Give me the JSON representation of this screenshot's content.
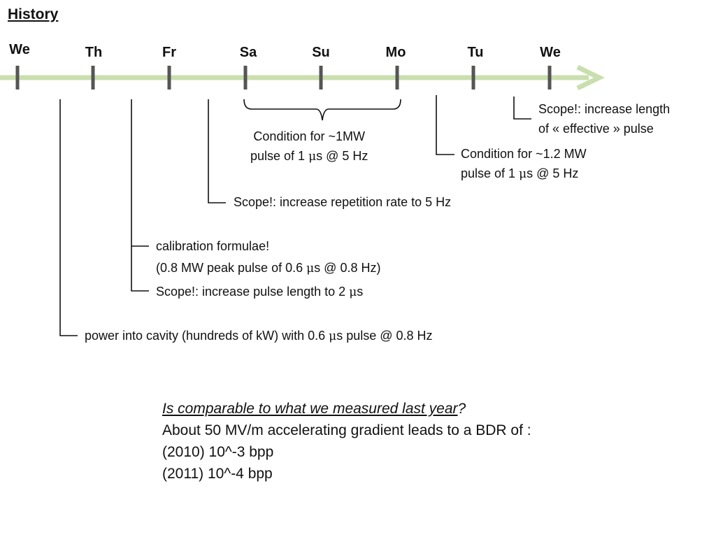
{
  "title": "History",
  "timeline": {
    "days": [
      "We",
      "Th",
      "Fr",
      "Sa",
      "Su",
      "Mo",
      "Tu",
      "We"
    ],
    "axis_color": "#c9dfae",
    "tick_color": "#555555"
  },
  "annotations": {
    "power_into_cavity": {
      "pre": "power into cavity (hundreds of kW) with 0.6 ",
      "mu": "μ",
      "post": "s pulse @ 0.8 Hz"
    },
    "calibration": "calibration formulae!",
    "calibration_detail": {
      "pre": "(0.8 MW peak pulse of 0.6 ",
      "mu": "μ",
      "post": "s @ 0.8 Hz)"
    },
    "scope_pulse_length": {
      "pre": "Scope!: increase pulse length to 2 ",
      "mu": "μ",
      "post": "s"
    },
    "scope_repetition": "Scope!: increase repetition rate to 5 Hz",
    "condition_1mw": {
      "line1": "Condition for ~1MW",
      "pre": "pulse of 1 ",
      "mu": "μ",
      "post": "s @ 5 Hz"
    },
    "condition_1_2mw": {
      "line1": "Condition for ~1.2 MW",
      "pre": "pulse of 1 ",
      "mu": "μ",
      "post": "s @ 5 Hz"
    },
    "scope_effective": {
      "line1": "Scope!: increase length",
      "line2": "of « effective » pulse"
    }
  },
  "bottom_text": {
    "question": "Is comparable to what we measured last year",
    "question_mark": "?",
    "line2": "About 50 MV/m accelerating gradient leads to a BDR of :",
    "line3": "(2010) 10^-3 bpp",
    "line4": "(2011) 10^-4 bpp"
  }
}
